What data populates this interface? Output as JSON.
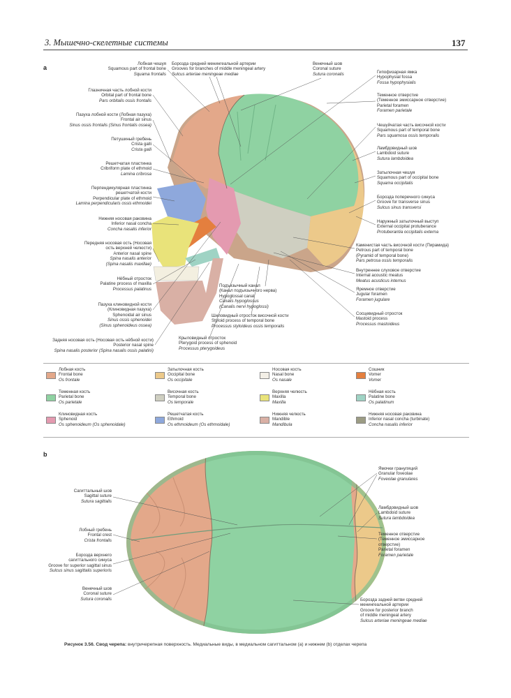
{
  "header": {
    "chapter": "3. Мышечно-скелетные системы",
    "page_number": "137"
  },
  "panel_a": {
    "letter": "a",
    "labels_left": [
      {
        "ru": "Лобная чешуя",
        "en": "Squamous part of frontal bone",
        "la": "Squama frontalis"
      },
      {
        "ru": "Глазничная часть лобной кости",
        "en": "Orbital part of frontal bone",
        "la": "Pars orbitalis ossis frontalis"
      },
      {
        "ru": "Пазуха лобной кости (Лобная пазуха)",
        "en": "Frontal air sinus",
        "la": "Sinus ossis frontalis (Sinus frontalis ossea)"
      },
      {
        "ru": "Петушиный гребень",
        "en": "Crista galli",
        "la": "Crista galli"
      },
      {
        "ru": "Решетчатая пластинка",
        "en": "Cribriform plate of ethmoid",
        "la": "Lamina cribrosa"
      },
      {
        "ru": "Перпендикулярная пластинка",
        "ru2": "решетчатой кости",
        "en": "Perpendicular plate of ethmoid",
        "la": "Lamina perpendicularis ossis ethmoidei"
      },
      {
        "ru": "Нижняя носовая раковина",
        "en": "Inferior nasal concha",
        "la": "Concha nasalis inferior"
      },
      {
        "ru": "Передняя носовая ость (Носовая",
        "ru2": "ость верхней челюсти)",
        "en": "Anterior nasal spine",
        "la": "Spina nasalis anterior",
        "la2": "(Spina nasalis maxillae)"
      },
      {
        "ru": "Нёбный отросток",
        "en": "Palatine process of maxilla",
        "la": "Processus palatinus"
      },
      {
        "ru": "Пазуха клиновидной кости",
        "ru2": "(Клиновидная пазуха)",
        "en": "Sphenoidal air sinus",
        "la": "Sinus ossis sphenoidei",
        "la2": "(Sinus sphenoideus ossea)"
      },
      {
        "ru": "Задняя носовая ость (Носовая ость нёбной кости)",
        "en": "Posterior nasal spine",
        "la": "Spina nasalis posterior (Spina nasalis ossis palatini)"
      }
    ],
    "labels_top": [
      {
        "ru": "Борозда средней менингеальной артерии",
        "en": "Grooves for branches of middle meningeal artery",
        "la": "Sulcus arteriae meningeae mediae"
      },
      {
        "ru": "Венечный шов",
        "en": "Coronal suture",
        "la": "Sutura coronalis"
      }
    ],
    "labels_right": [
      {
        "ru": "Гипофизарная ямка",
        "en": "Hypophysial fossa",
        "la": "Fossa hypophysialis"
      },
      {
        "ru": "Теменное отверстие",
        "ru2": "(Теменное эмиссарное отверстие)",
        "en": "Parietal foramen",
        "la": "Foramen parietale"
      },
      {
        "ru": "Чешуйчатая часть височной кости",
        "en": "Squamous part of temporal bone",
        "la": "Pars squamosa ossis temporalis"
      },
      {
        "ru": "Ламбдовидный шов",
        "en": "Lambdoid suture",
        "la": "Sutura lambdoidea"
      },
      {
        "ru": "Затылочная чешуя",
        "en": "Squamous part of occipital bone",
        "la": "Squama occipitalis"
      },
      {
        "ru": "Борозда поперечного синуса",
        "en": "Groove for transverse sinus",
        "la": "Sulcus sinus transversi"
      },
      {
        "ru": "Наружный затылочный выступ",
        "en": "External occipital protuberance",
        "la": "Protuberantia occipitalis externa"
      },
      {
        "ru": "Каменистая часть височной кости (Пирамида)",
        "en": "Petrous part of temporal bone",
        "en2": "(Pyramid of temporal bone)",
        "la": "Pars petrosa ossis temporalis"
      },
      {
        "ru": "Внутреннее слуховое отверстие",
        "en": "Internal acoustic meatus",
        "la": "Meatus acusticus internus"
      },
      {
        "ru": "Яремное отверстие",
        "en": "Jugular foramen",
        "la": "Foramen jugulare"
      },
      {
        "ru": "Сосцевидный отросток",
        "en": "Mastoid process",
        "la": "Processus mastoideus"
      }
    ],
    "labels_bottom": [
      {
        "ru": "Подъязычный канал",
        "ru2": "(Канал подъязычного нерва)",
        "en": "Hypoglossal canal",
        "la": "Canalis hypoglossus",
        "la2": "(Canalis nervi hypoglossi)"
      },
      {
        "ru": "Шиловидный отросток височной кости",
        "en": "Styloid process of temporal bone",
        "la": "Processus styloideus ossis temporalis"
      },
      {
        "ru": "Крыловидный отросток",
        "en": "Pterygoid process of sphenoid",
        "la": "Processus pterygoideus"
      }
    ]
  },
  "legend": [
    {
      "ru": "Лобная кость",
      "en": "Frontal bone",
      "la": "Os frontale",
      "color": "#e3a88a"
    },
    {
      "ru": "Затылочная кость",
      "en": "Occipital bone",
      "la": "Os occipitale",
      "color": "#ecc98a"
    },
    {
      "ru": "Носовая кость",
      "en": "Nasal bone",
      "la": "Os nasale",
      "color": "#f3efe6"
    },
    {
      "ru": "Сошник",
      "en": "Vomer",
      "la": "Vomer",
      "color": "#e47f3e"
    },
    {
      "ru": "Теменная кость",
      "en": "Parietal bone",
      "la": "Os parietale",
      "color": "#8fd2a2"
    },
    {
      "ru": "Височная кость",
      "en": "Temporal bone",
      "la": "Os temporale",
      "color": "#cfcfc1"
    },
    {
      "ru": "Верхняя челюсть",
      "en": "Maxilla",
      "la": "Maxilla",
      "color": "#e9e37a"
    },
    {
      "ru": "Нёбная кость",
      "en": "Palatine bone",
      "la": "Os palatinum",
      "color": "#9fd3c4"
    },
    {
      "ru": "Клиновидная кость",
      "en": "Sphenoid",
      "la": "Os sphenoideum (Os sphenoidale)",
      "color": "#e49ab0"
    },
    {
      "ru": "Решетчатая кость",
      "en": "Ethmoid",
      "la": "Os ethmoideum (Os ethmoidale)",
      "color": "#8ea8dc"
    },
    {
      "ru": "Нижняя челюсть",
      "en": "Mandible",
      "la": "Mandibula",
      "color": "#d9b0a5"
    },
    {
      "ru": "Нижняя носовая раковина",
      "en": "Inferior nasal concha (turbinate)",
      "la": "Concha nasalis inferior",
      "color": "#9c9c84"
    }
  ],
  "panel_b": {
    "letter": "b",
    "labels_left": [
      {
        "ru": "Сагиттальный шов",
        "en": "Sagittal suture",
        "la": "Sutura sagittalis"
      },
      {
        "ru": "Лобный гребень",
        "en": "Frontal crest",
        "la": "Crista frontalis"
      },
      {
        "ru": "Борозда верхнего",
        "ru2": "сагиттального синуса",
        "en": "Groove for superior sagittal sinus",
        "la": "Sulcus sinus sagittalis superioris"
      },
      {
        "ru": "Венечный шов",
        "en": "Coronal suture",
        "la": "Sutura coronalis"
      }
    ],
    "labels_right": [
      {
        "ru": "Ямочки грануляций",
        "en": "Granular foveolae",
        "la": "Foveolae granulares"
      },
      {
        "ru": "Ламбдовидный шов",
        "en": "Lambdoid suture",
        "la": "Sutura lambdoidea"
      },
      {
        "ru": "Теменное отверстие",
        "ru2": "(Теменное эмиссарное",
        "ru3": "отверстие)",
        "en": "Parietal foramen",
        "la": "Foramen parietale"
      },
      {
        "ru": "Борозда задней ветви средней",
        "ru2": "менингеальной артерии",
        "en": "Groove for posterior branch",
        "en2": "of middle meningeal artery",
        "la": "Sulcus arteriae meningeae mediae"
      }
    ]
  },
  "caption": {
    "title": "Рисунок 3.56. Свод черепа:",
    "text": "внутричерепная поверхность. Медиальные виды, в медиальном сагиттальном (a) и нижнем (b) отделах черепа"
  }
}
